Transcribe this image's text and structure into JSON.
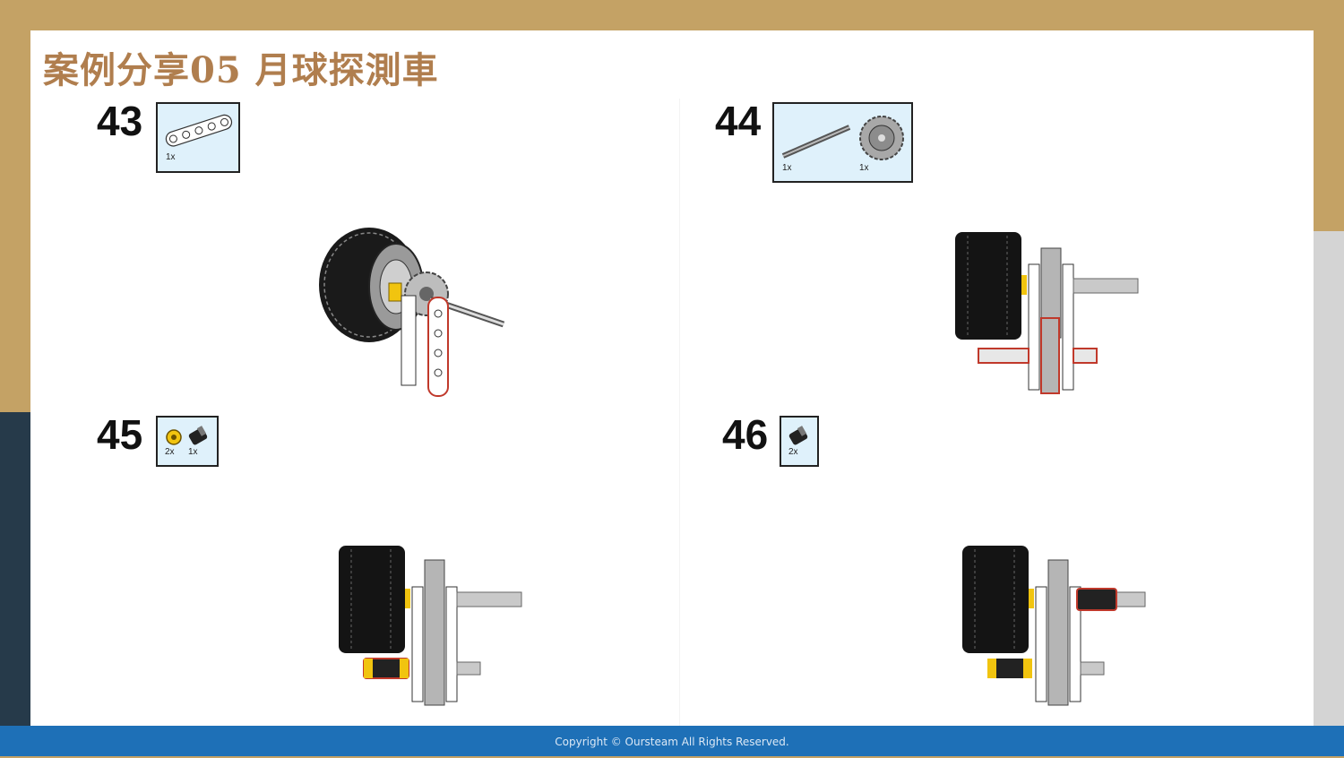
{
  "title": "案例分享05 月球探測車",
  "footer": "Copyright © Oursteam All Rights Reserved.",
  "steps": [
    {
      "number": "43",
      "parts": [
        {
          "qty": "1x",
          "icon": "white-beam-icon"
        }
      ]
    },
    {
      "number": "44",
      "parts": [
        {
          "qty": "1x",
          "icon": "axle-icon"
        },
        {
          "qty": "1x",
          "icon": "gear-icon"
        }
      ]
    },
    {
      "number": "45",
      "parts": [
        {
          "qty": "2x",
          "icon": "yellow-bush-icon"
        },
        {
          "qty": "1x",
          "icon": "black-pin-icon"
        }
      ]
    },
    {
      "number": "46",
      "parts": [
        {
          "qty": "2x",
          "icon": "black-pin-icon"
        }
      ]
    }
  ],
  "colors": {
    "gold": "#c4a265",
    "navy": "#263a4a",
    "footer": "#1e70b7",
    "title": "#b07e4e",
    "parts_bg": "#dff1fb"
  }
}
